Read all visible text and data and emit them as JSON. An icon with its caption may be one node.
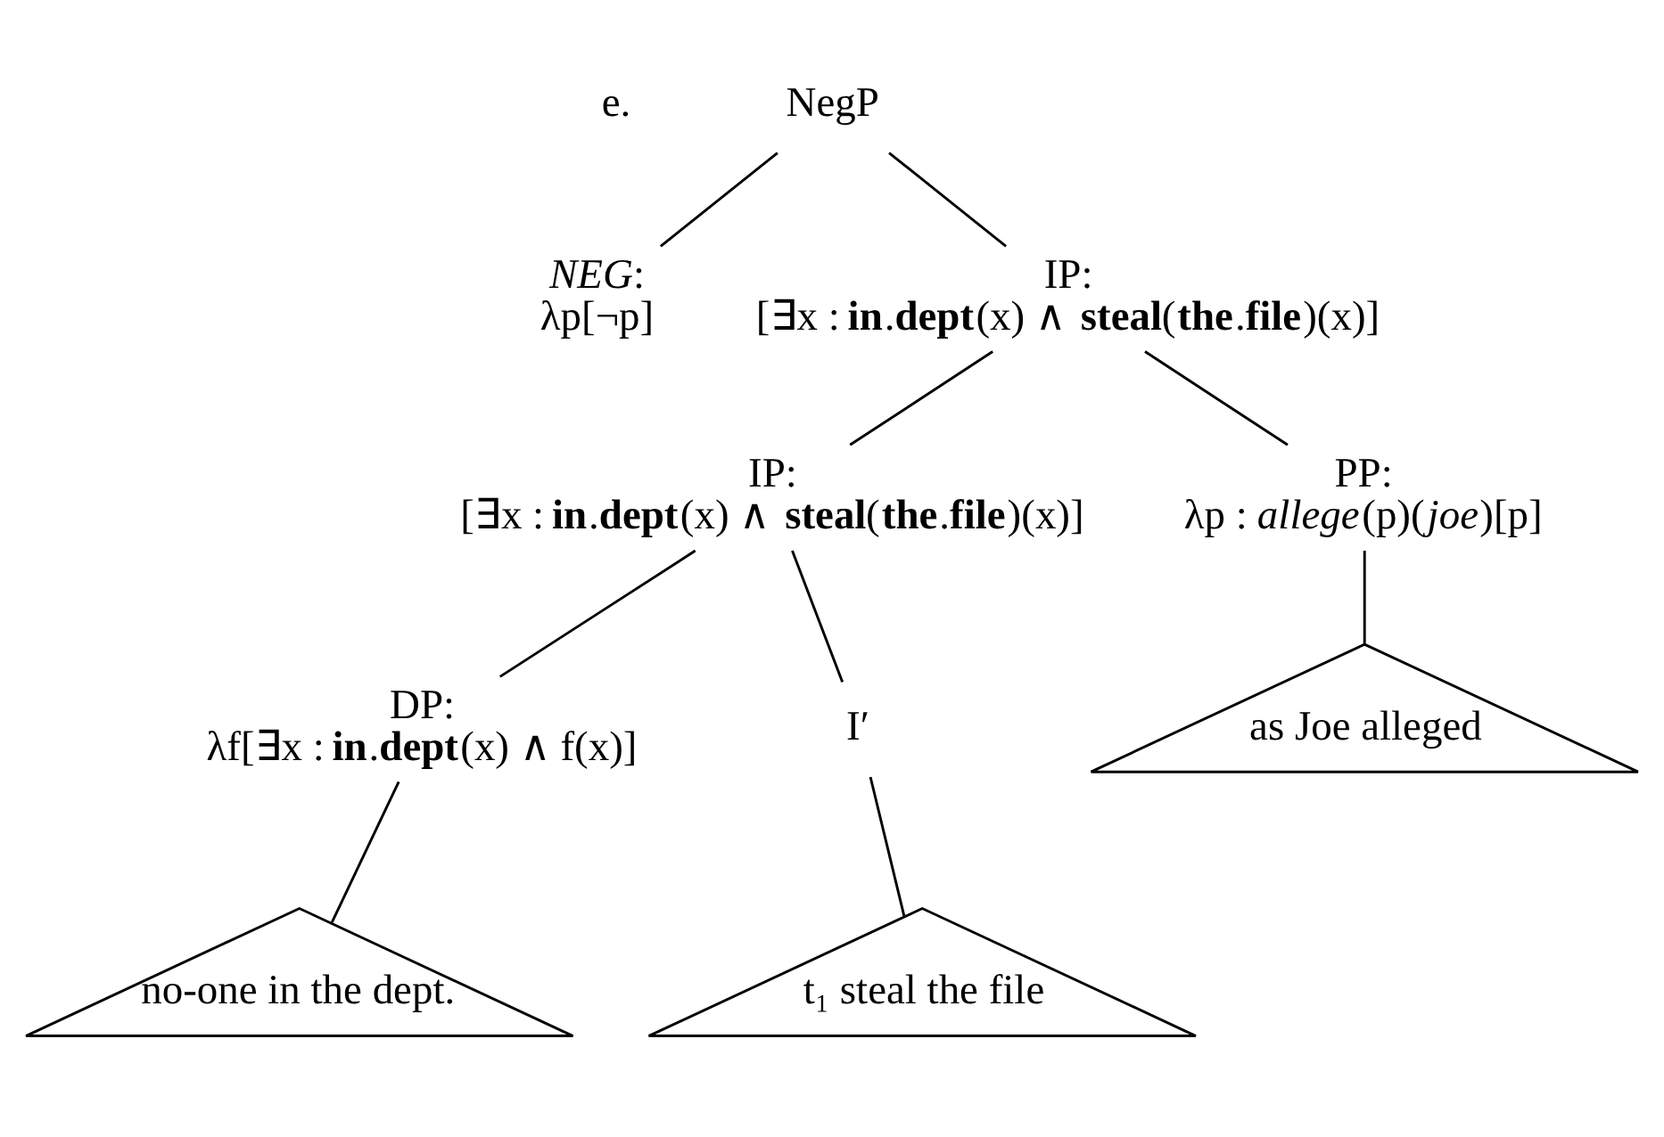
{
  "diagram": {
    "nodes": [
      {
        "text": [
          "NegP"
        ]
      },
      {
        "text": [
          "*NEG*:",
          "λp[¬p]"
        ]
      },
      {
        "text": [
          "IP:",
          "[∃x : **in**.**dept**(x) ∧ **steal**(**the**.**file**)(x)]"
        ]
      },
      {
        "text": [
          "IP:",
          "[∃x : **in**.**dept**(x) ∧ **steal**(**the**.**file**)(x)]"
        ]
      },
      {
        "text": [
          "PP:",
          "λp : *allege*(p)(*joe*)[p]"
        ]
      },
      {
        "text": [
          "as Joe alleged"
        ]
      },
      {
        "text": [
          "DP:",
          "λf[∃x : **in**.**dept**(x) ∧ f(x)]"
        ]
      },
      {
        "text": [
          "I′"
        ]
      },
      {
        "text": [
          "t₁ steal the file"
        ]
      },
      {
        "text": [
          "no-one in the dept."
        ]
      }
    ],
    "edges": [
      {
        "from": 0,
        "to": 1,
        "arrow": "none"
      },
      {
        "from": 0,
        "to": 2,
        "arrow": "none"
      },
      {
        "from": 2,
        "to": 3,
        "arrow": "none"
      },
      {
        "from": 2,
        "to": 4,
        "arrow": "none"
      },
      {
        "from": 4,
        "to": 5,
        "arrow": "none"
      },
      {
        "from": 3,
        "to": 6,
        "arrow": "none"
      },
      {
        "from": 3,
        "to": 7,
        "arrow": "none"
      },
      {
        "from": 6,
        "to": 9,
        "arrow": "none"
      },
      {
        "from": 7,
        "to": 8,
        "arrow": "none"
      }
    ],
    "labels": [
      "e."
    ]
  }
}
